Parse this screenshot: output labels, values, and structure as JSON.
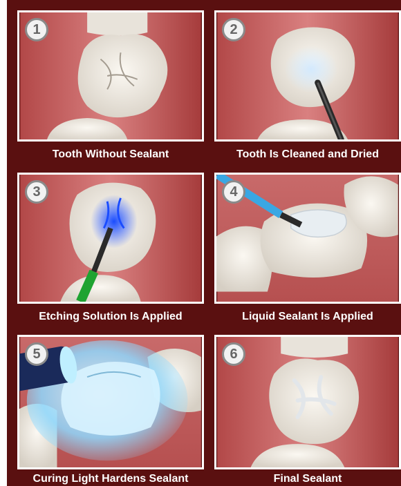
{
  "steps": [
    {
      "number": "1",
      "caption": "Tooth Without Sealant"
    },
    {
      "number": "2",
      "caption": "Tooth Is Cleaned and Dried"
    },
    {
      "number": "3",
      "caption": "Etching Solution Is Applied"
    },
    {
      "number": "4",
      "caption": "Liquid Sealant Is Applied"
    },
    {
      "number": "5",
      "caption": "Curing Light Hardens Sealant"
    },
    {
      "number": "6",
      "caption": "Final Sealant"
    }
  ],
  "colors": {
    "background": "#5a1010",
    "gum": "#c25b5b",
    "tooth": "#f1ede6",
    "etch": "#1a4cff",
    "brush_green": "#1fa331",
    "brush_blue": "#3aa7e3",
    "curing_light": "#7fd7ff"
  }
}
